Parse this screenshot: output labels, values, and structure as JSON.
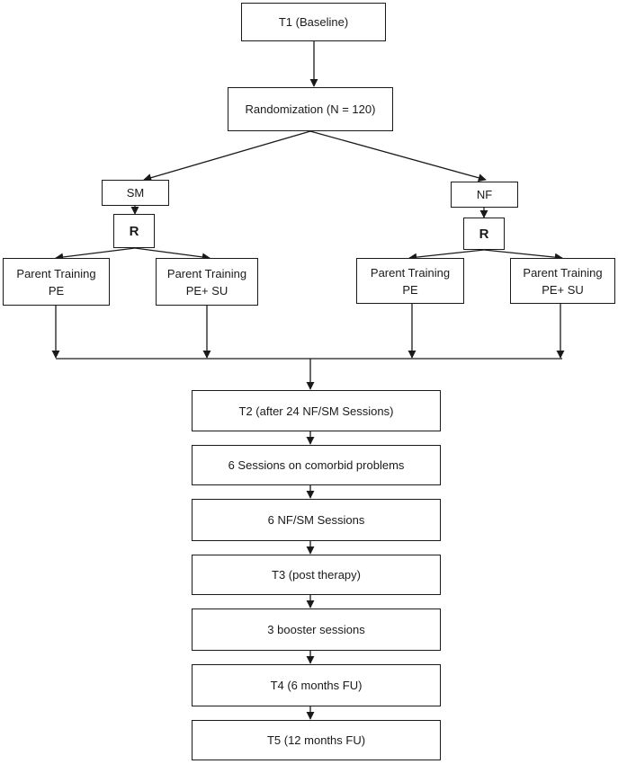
{
  "flowchart": {
    "t1": "T1 (Baseline)",
    "randomization": "Randomization (N = 120)",
    "sm": "SM",
    "nf": "NF",
    "r_sm": "R",
    "r_nf": "R",
    "sm_pe": {
      "line1": "Parent Training",
      "line2": "PE"
    },
    "sm_pesu": {
      "line1": "Parent Training",
      "line2": "PE+ SU"
    },
    "nf_pe": {
      "line1": "Parent Training",
      "line2": "PE"
    },
    "nf_pesu": {
      "line1": "Parent Training",
      "line2": "PE+ SU"
    },
    "t2": "T2 (after 24 NF/SM Sessions)",
    "comorbid": "6 Sessions on comorbid problems",
    "nfsm6": "6 NF/SM Sessions",
    "t3": "T3 (post therapy)",
    "booster": "3 booster sessions",
    "t4": "T4 (6 months FU)",
    "t5": "T5 (12 months FU)"
  },
  "colors": {
    "stroke": "#1a1a1a",
    "background": "#ffffff"
  }
}
